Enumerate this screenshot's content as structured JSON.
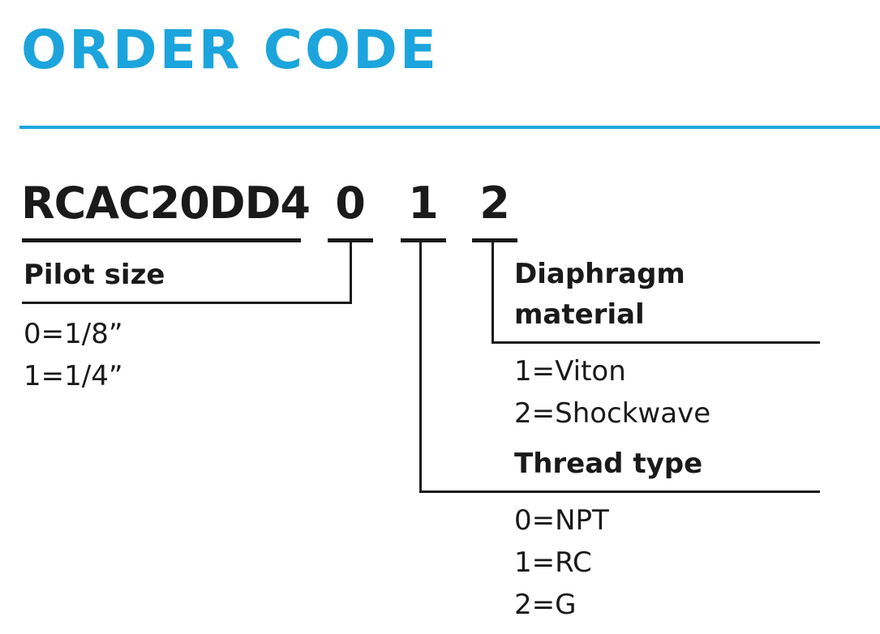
{
  "header": {
    "title": "ORDER CODE",
    "accent_color": "#1ba5dc"
  },
  "code": {
    "base": "RCAC20DD4",
    "digit_1": "0",
    "digit_2": "1",
    "digit_3": "2"
  },
  "pilot_size": {
    "heading": "Pilot size",
    "options": [
      "0=1/8”",
      "1=1/4”"
    ]
  },
  "diaphragm_material": {
    "heading_line1": "Diaphragm",
    "heading_line2": "material",
    "options": [
      "1=Viton",
      "2=Shockwave"
    ]
  },
  "thread_type": {
    "heading": "Thread type",
    "options": [
      "0=NPT",
      "1=RC",
      "2=G"
    ]
  }
}
